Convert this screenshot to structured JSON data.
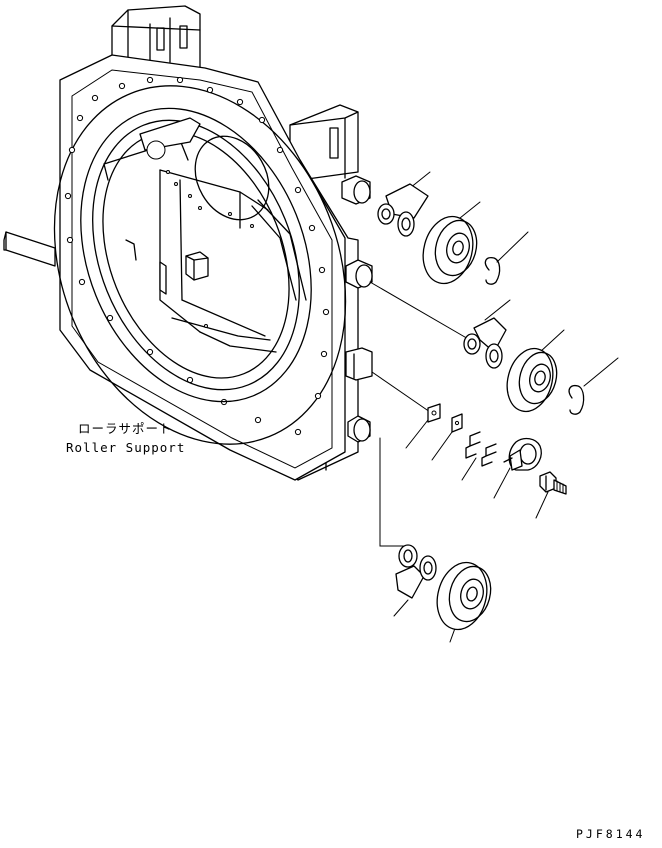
{
  "labels": {
    "part_name_jp": "ローラサポート",
    "part_name_en": "Roller Support",
    "drawing_code": "PJF8144"
  }
}
